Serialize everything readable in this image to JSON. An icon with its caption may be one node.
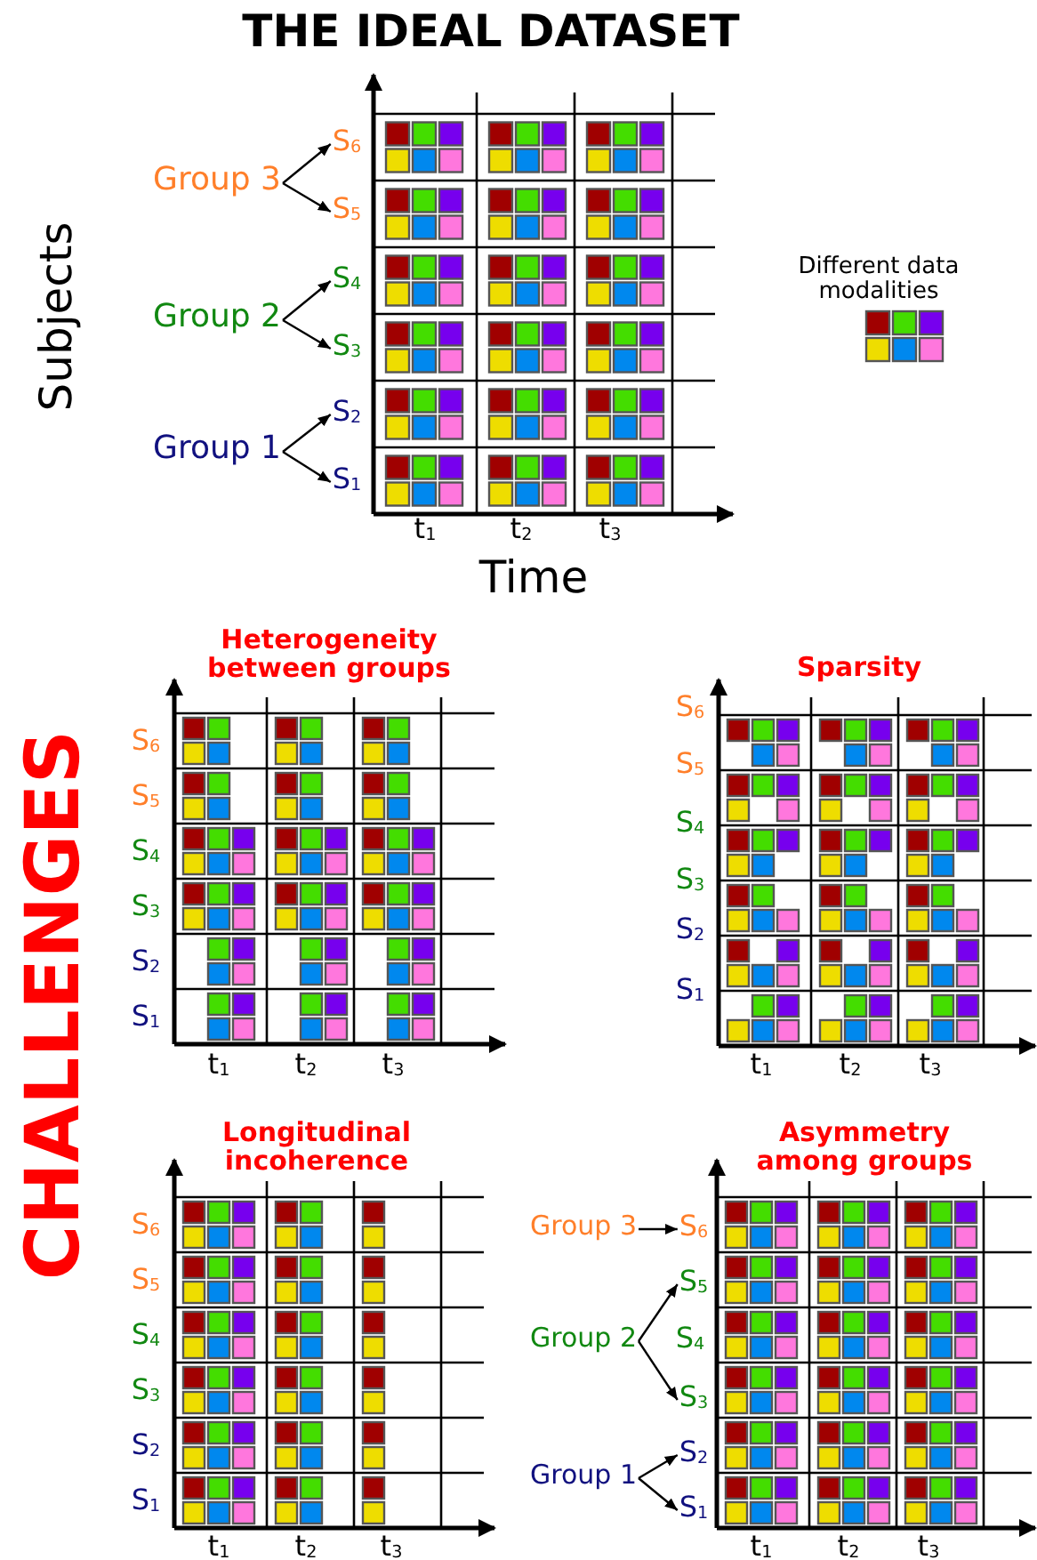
{
  "diagram": {
    "title": "THE IDEAL DATASET",
    "nodes": [
      {
        "text": [
          "Group 3"
        ]
      },
      {
        "text": [
          "S$_{6}$"
        ]
      },
      {
        "text": [
          "S$_{5}$"
        ]
      },
      {
        "text": [
          "Group 2"
        ]
      },
      {
        "text": [
          "S$_{4}$"
        ]
      },
      {
        "text": [
          "S$_{3}$"
        ]
      },
      {
        "text": [
          "Group 1"
        ]
      },
      {
        "text": [
          "S$_{2}$"
        ]
      },
      {
        "text": [
          "S$_{1}$"
        ]
      },
      {
        "text": [
          "Group 3"
        ]
      },
      {
        "text": [
          "S$_{6}$"
        ]
      },
      {
        "text": [
          "Group 2"
        ]
      },
      {
        "text": [
          "S$_{5}$"
        ]
      },
      {
        "text": [
          "S$_{3}$"
        ]
      },
      {
        "text": [
          "Group 1"
        ]
      },
      {
        "text": [
          "S$_{2}$"
        ]
      },
      {
        "text": [
          "S$_{1}$"
        ]
      }
    ],
    "edges": [
      {
        "from": 0,
        "to": 1,
        "arrow": "to"
      },
      {
        "from": 0,
        "to": 2,
        "arrow": "to"
      },
      {
        "from": 3,
        "to": 4,
        "arrow": "to"
      },
      {
        "from": 3,
        "to": 5,
        "arrow": "to"
      },
      {
        "from": 6,
        "to": 7,
        "arrow": "to"
      },
      {
        "from": 6,
        "to": 8,
        "arrow": "to"
      },
      {
        "from": 9,
        "to": 10,
        "arrow": "to"
      },
      {
        "from": 11,
        "to": 12,
        "arrow": "to"
      },
      {
        "from": 11,
        "to": 13,
        "arrow": "to"
      },
      {
        "from": 14,
        "to": 15,
        "arrow": "to"
      },
      {
        "from": 14,
        "to": 16,
        "arrow": "to"
      }
    ],
    "labels": [
      "Subjects",
      "Time",
      "t$_{1}$",
      "t$_{2}$",
      "t$_{3}$",
      "Different data modalities",
      "CHALLENGES",
      "Heterogeneity between groups",
      "S$_{6}$",
      "S$_{5}$",
      "S$_{4}$",
      "S$_{3}$",
      "S$_{2}$",
      "S$_{1}$",
      "t$_{1}$",
      "t$_{2}$",
      "t$_{3}$",
      "Sparsity",
      "S$_{6}$",
      "S$_{5}$",
      "S$_{4}$",
      "S$_{3}$",
      "S$_{2}$",
      "S$_{1}$",
      "t$_{1}$",
      "t$_{2}$",
      "t$_{3}$",
      "Longitudinal incoherence",
      "S$_{6}$",
      "S$_{5}$",
      "S$_{4}$",
      "S$_{3}$",
      "S$_{2}$",
      "S$_{1}$",
      "t$_{1}$",
      "t$_{2}$",
      "t$_{3}$",
      "Asymmetry among groups",
      "S$_{4}$",
      "t$_{1}$",
      "t$_{2}$",
      "t$_{3}$"
    ]
  }
}
